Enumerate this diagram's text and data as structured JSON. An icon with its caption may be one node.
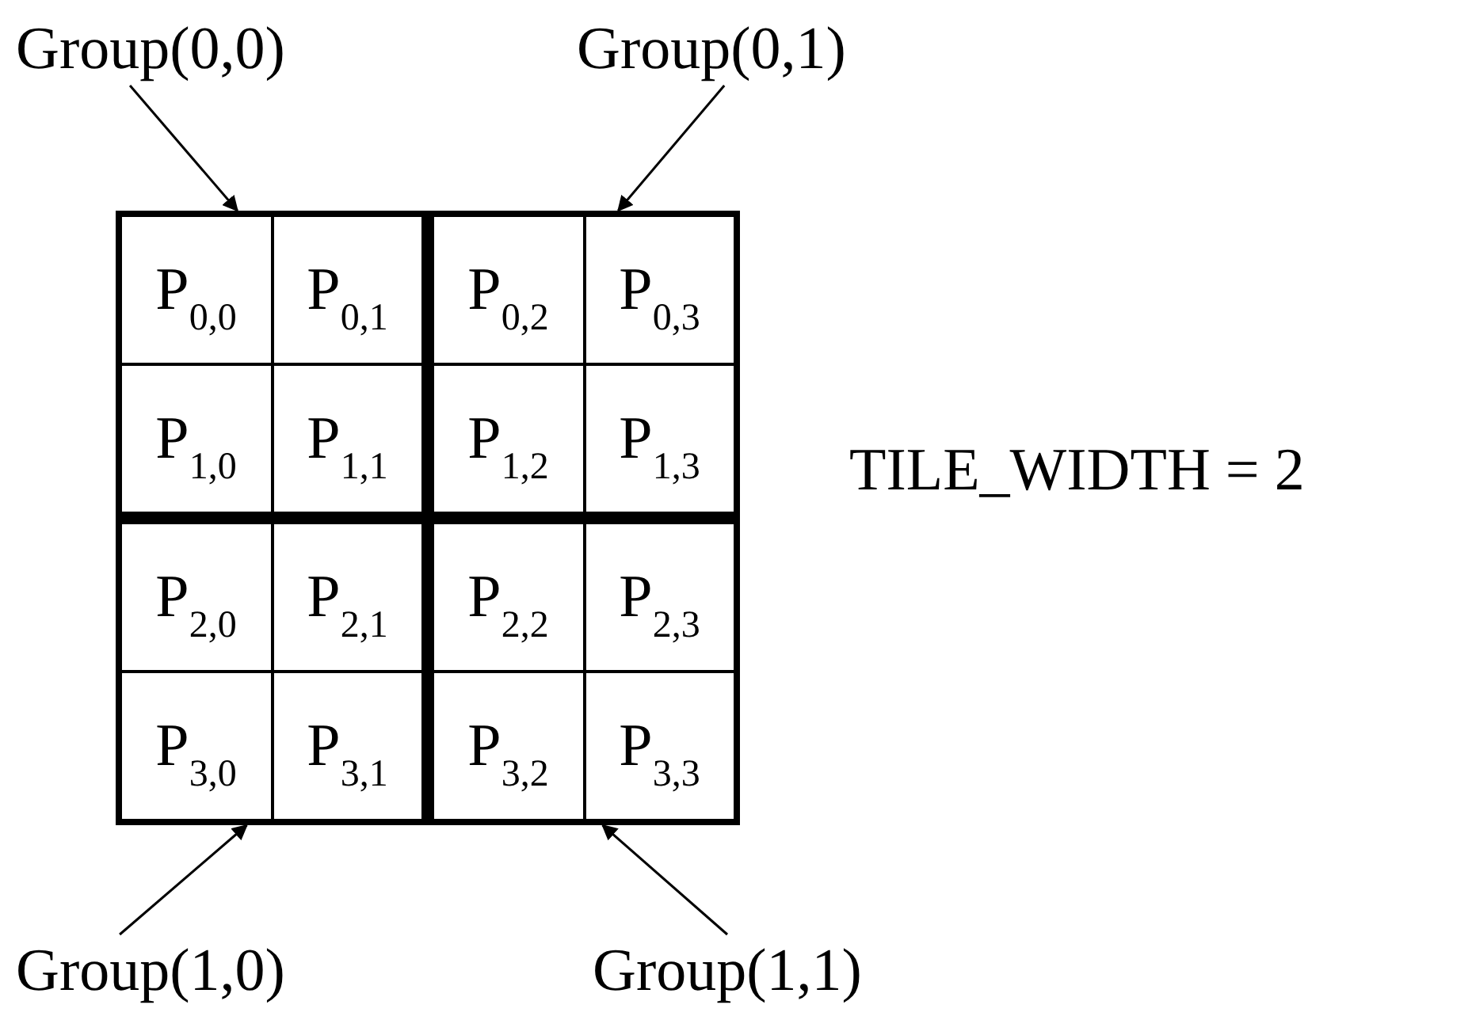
{
  "diagram": {
    "nodes": [
      {
        "text": [
          "Group(0,0)"
        ]
      },
      {
        "text": [
          "Group(0,1)"
        ]
      },
      {
        "text": [],
        "shape": "box"
      },
      {
        "text": [],
        "shape": "box"
      },
      {
        "text": [],
        "shape": "box"
      },
      {
        "text": [],
        "shape": "box"
      },
      {
        "text": [
          "P$_{0,0}$"
        ],
        "in": 2
      },
      {
        "text": [
          "P$_{0,1}$"
        ],
        "in": 2
      },
      {
        "text": [
          "P$_{1,0}$"
        ],
        "in": 2
      },
      {
        "text": [
          "P$_{1,1}$"
        ],
        "in": 2
      },
      {
        "text": [
          "P$_{0,2}$"
        ],
        "in": 3
      },
      {
        "text": [
          "P$_{0,3}$"
        ],
        "in": 3
      },
      {
        "text": [
          "P$_{1,2}$"
        ],
        "in": 3
      },
      {
        "text": [
          "P$_{1,3}$"
        ],
        "in": 3
      },
      {
        "text": [
          "P$_{2,0}$"
        ],
        "in": 4
      },
      {
        "text": [
          "P$_{2,1}$"
        ],
        "in": 4
      },
      {
        "text": [
          "P$_{3,0}$"
        ],
        "in": 4
      },
      {
        "text": [
          "P$_{3,1}$"
        ],
        "in": 4
      },
      {
        "text": [
          "P$_{2,2}$"
        ],
        "in": 5
      },
      {
        "text": [
          "P$_{2,3}$"
        ],
        "in": 5
      },
      {
        "text": [
          "P$_{3,2}$"
        ],
        "in": 5
      },
      {
        "text": [
          "P$_{3,3}$"
        ],
        "in": 5
      },
      {
        "text": [
          "Group(1,0)"
        ]
      },
      {
        "text": [
          "Group(1,1)"
        ]
      }
    ],
    "edges": [
      {
        "from": 0,
        "to": 2,
        "arrow": "to"
      },
      {
        "from": 1,
        "to": 3,
        "arrow": "to"
      },
      {
        "from": 22,
        "to": 4,
        "arrow": "to"
      },
      {
        "from": 23,
        "to": 5,
        "arrow": "to"
      }
    ],
    "labels": [
      "TILE_WIDTH = 2"
    ]
  }
}
